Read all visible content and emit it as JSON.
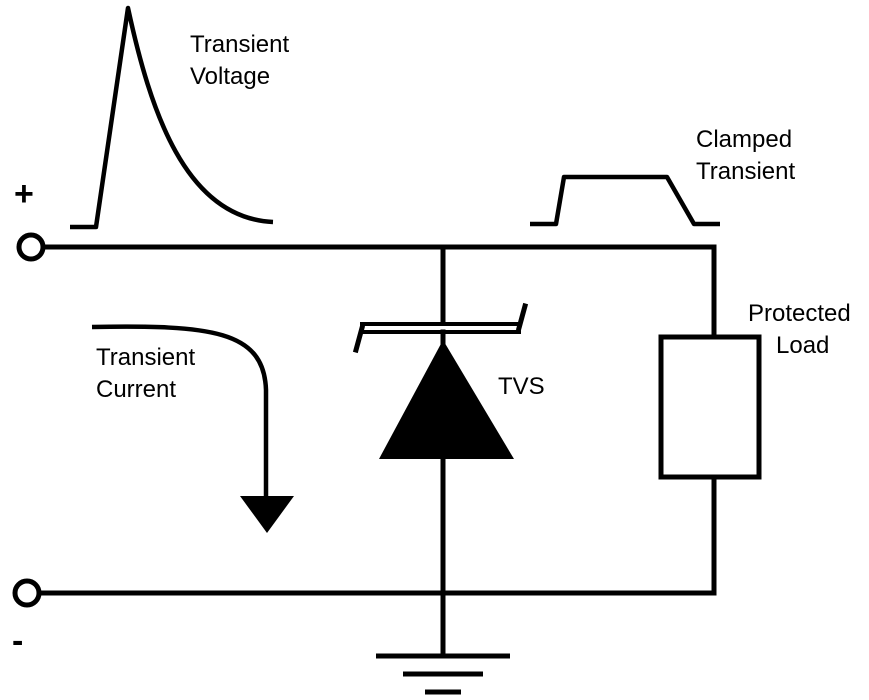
{
  "labels": {
    "transient_voltage": [
      "Transient",
      "Voltage"
    ],
    "clamped_transient": [
      "Clamped",
      "Transient"
    ],
    "transient_current": [
      "Transient",
      "Current"
    ],
    "tvs": "TVS",
    "protected_load": [
      "Protected",
      "Load"
    ],
    "plus": "+",
    "minus": "-"
  }
}
